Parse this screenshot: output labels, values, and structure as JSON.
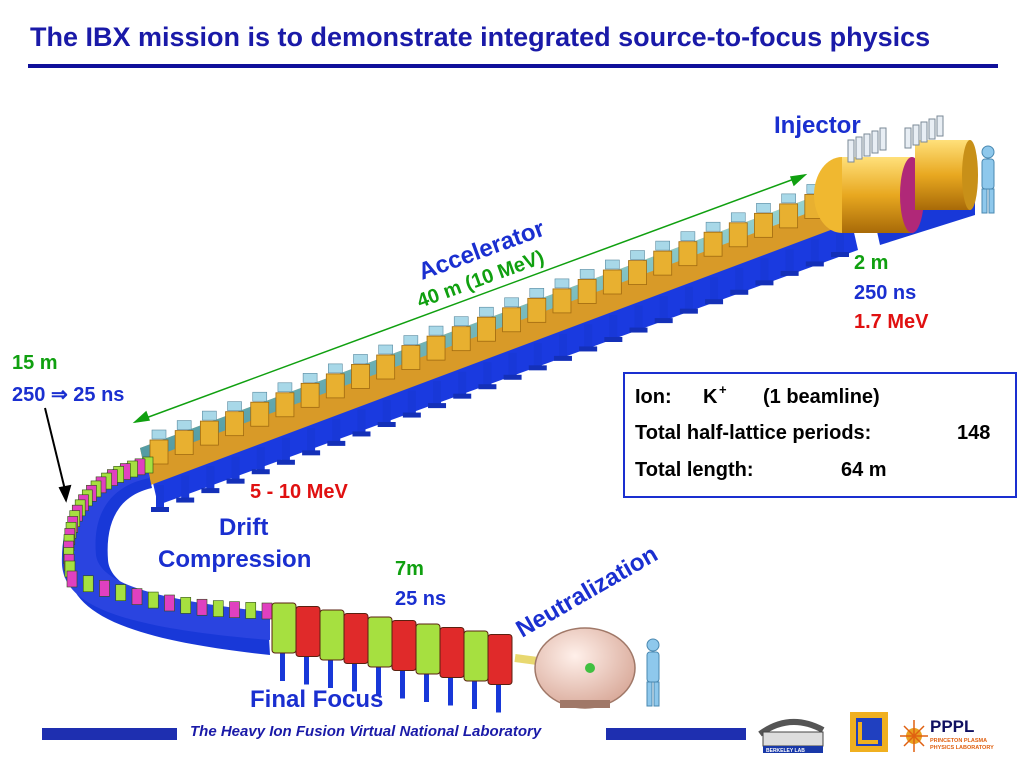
{
  "title": "The IBX mission is to demonstrate integrated source-to-focus physics",
  "labels": {
    "injector": "Injector",
    "accelerator": "Accelerator",
    "accelerator_spec": "40 m  (10 MeV)",
    "injector_length": "2 m",
    "injector_pulse": "250 ns",
    "injector_energy": "1.7 MeV",
    "drift_length": "15 m",
    "drift_pulse_from": "250",
    "drift_arrow": "⇒",
    "drift_pulse_to": "25 ns",
    "mid_energy": "5 - 10 MeV",
    "drift_compression_1": "Drift",
    "drift_compression_2": "Compression",
    "focus_length": "7m",
    "focus_pulse": "25 ns",
    "neutralization": "Neutralization",
    "final_focus": "Final Focus"
  },
  "info_box": {
    "ion_label": "Ion:",
    "ion_value": "K",
    "ion_charge": "+",
    "beamline": "(1 beamline)",
    "periods_label": "Total half-lattice periods:",
    "periods_value": "148",
    "length_label": "Total length:",
    "length_value": "64 m"
  },
  "footer": {
    "text": "The Heavy Ion Fusion Virtual National Laboratory",
    "logos": [
      "berkeley-lab-logo",
      "llnl-logo",
      "pppl-logo"
    ],
    "berkeley_text": "BERKELEY LAB",
    "pppl_text": "PPPL",
    "pppl_subtext_1": "PRINCETON PLASMA",
    "pppl_subtext_2": "PHYSICS LABORATORY"
  },
  "colors": {
    "title": "#1a1aa8",
    "accent_blue": "#1a2fd0",
    "green": "#10a010",
    "red": "#e01010",
    "magnet_green": "#a6e040",
    "magnet_red": "#e02a2a",
    "stand_blue": "#1838d8",
    "injector_gold": "#e8a820"
  }
}
